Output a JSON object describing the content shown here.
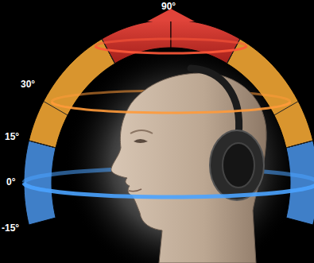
{
  "diagram": {
    "labels": [
      "90°",
      "30°",
      "15°",
      "0°",
      "-15°"
    ]
  }
}
